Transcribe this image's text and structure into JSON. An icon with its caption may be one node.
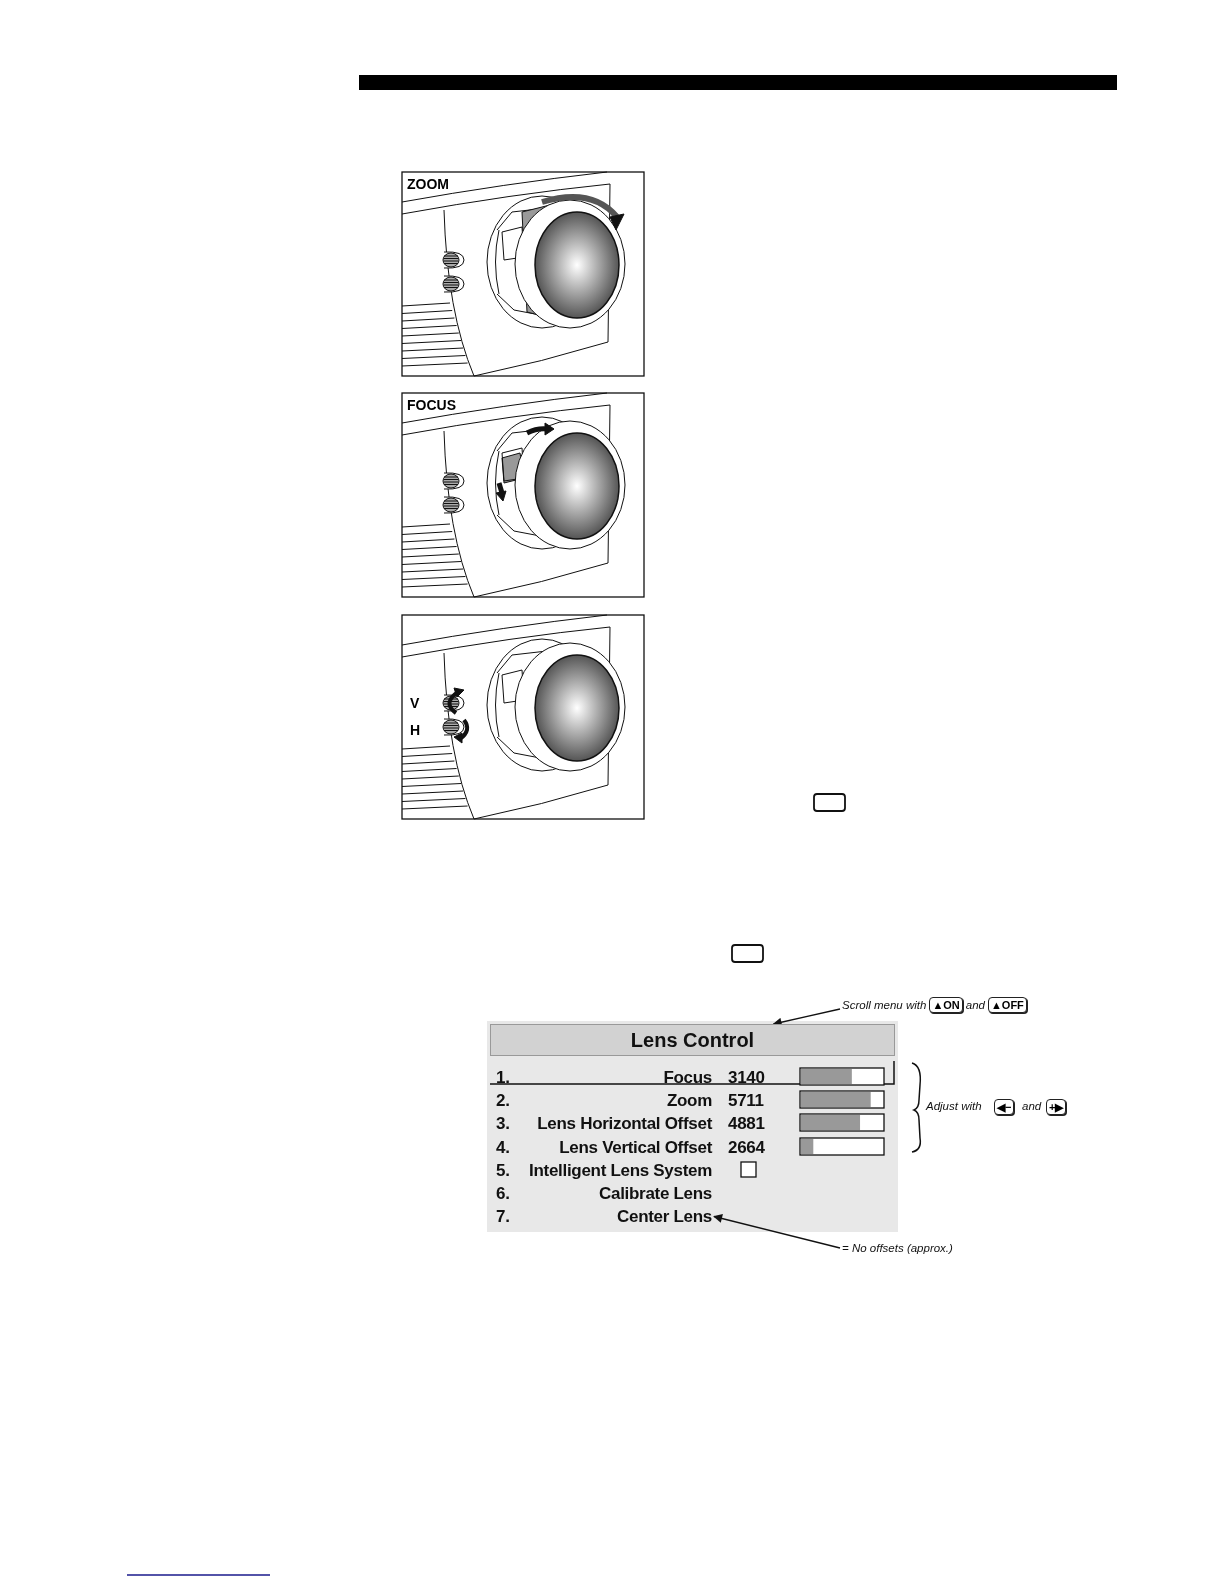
{
  "diagram": {
    "nodes": [
      {
        "text": [
          "Scroll menu with",
          "▲ON",
          "and",
          "▲OFF"
        ]
      },
      {
        "text": [
          "Lens Control"
        ]
      },
      {
        "text": [
          "Center Lens"
        ]
      },
      {
        "text": [
          "= No offsets (approx.)"
        ]
      }
    ],
    "edges": [
      {
        "from": 0,
        "to": 1,
        "arrow": "to"
      },
      {
        "from": 3,
        "to": 2,
        "arrow": "to"
      }
    ],
    "labels": [
      "ZOOM",
      "FOCUS",
      "V",
      "H",
      "1.",
      "Focus",
      "3140",
      "2.",
      "Zoom",
      "5711",
      "3.",
      "Lens Horizontal Offset",
      "4881",
      "4.",
      "Lens Vertical Offset",
      "2664",
      "5.",
      "Intelligent Lens System",
      "6.",
      "Calibrate Lens",
      "7.",
      "Adjust with",
      "◀−",
      "and",
      "+▶"
    ]
  }
}
